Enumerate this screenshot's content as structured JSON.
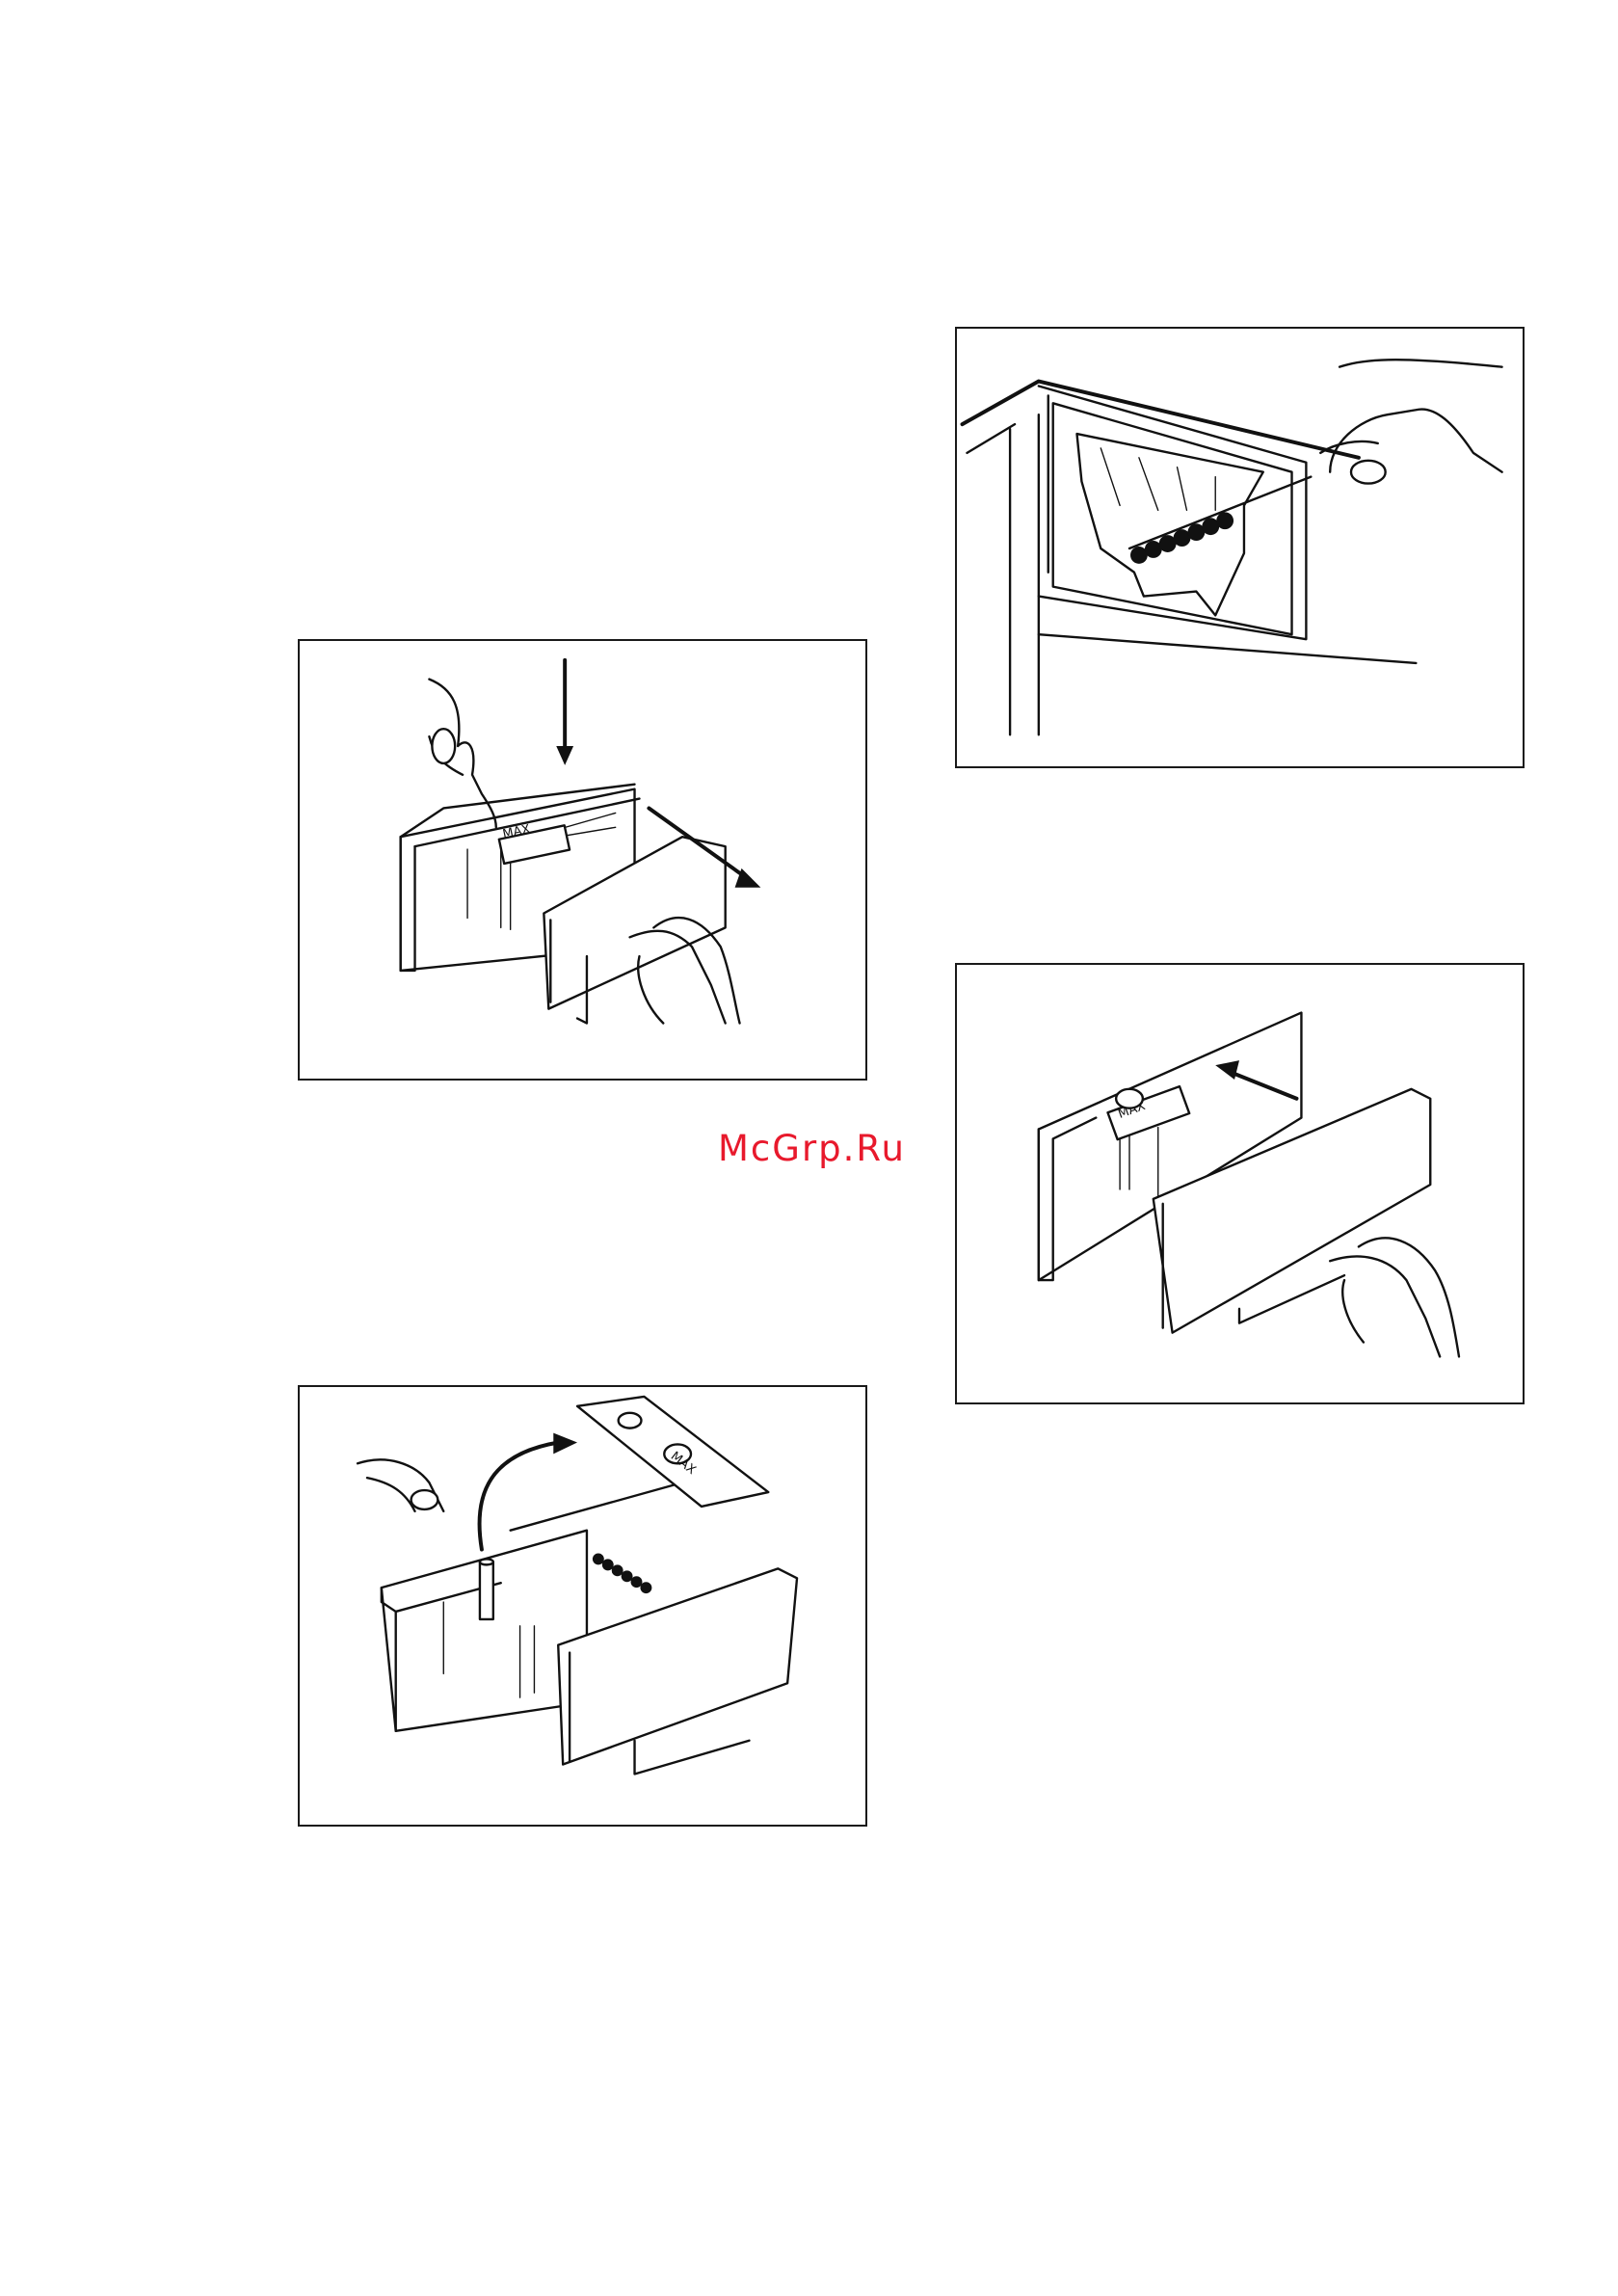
{
  "watermark": {
    "text": "McGrp.Ru",
    "color": "#e8192c"
  },
  "figures": [
    {
      "id": "fig-1",
      "max_label": "MAX"
    },
    {
      "id": "fig-2",
      "max_label": "MAX"
    },
    {
      "id": "fig-3"
    },
    {
      "id": "fig-4",
      "max_label": "MAX"
    }
  ]
}
